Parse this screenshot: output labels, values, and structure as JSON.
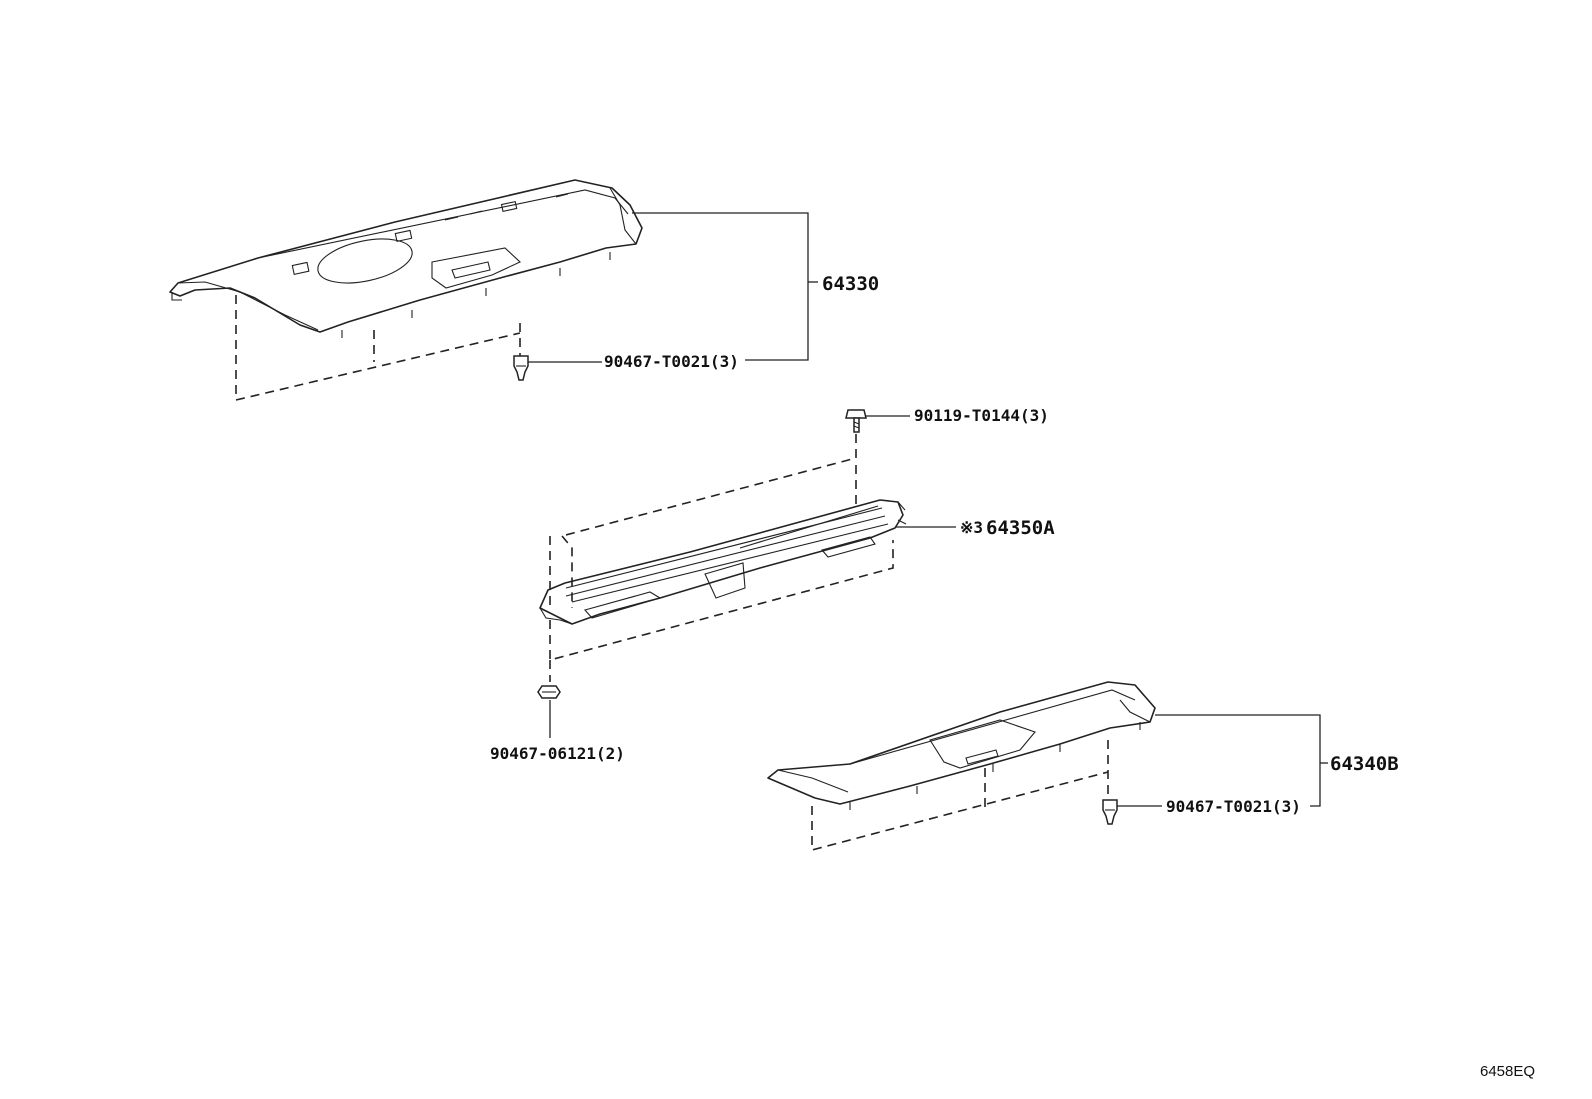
{
  "labels": {
    "part_64330": "64330",
    "clip_upper": "90467-T0021(3)",
    "bolt": "90119-T0144(3)",
    "part_64350a_mark": "※3",
    "part_64350a": "64350A",
    "nut": "90467-06121(2)",
    "part_64340b": "64340B",
    "clip_lower": "90467-T0021(3)"
  },
  "diagram_code": "6458EQ"
}
